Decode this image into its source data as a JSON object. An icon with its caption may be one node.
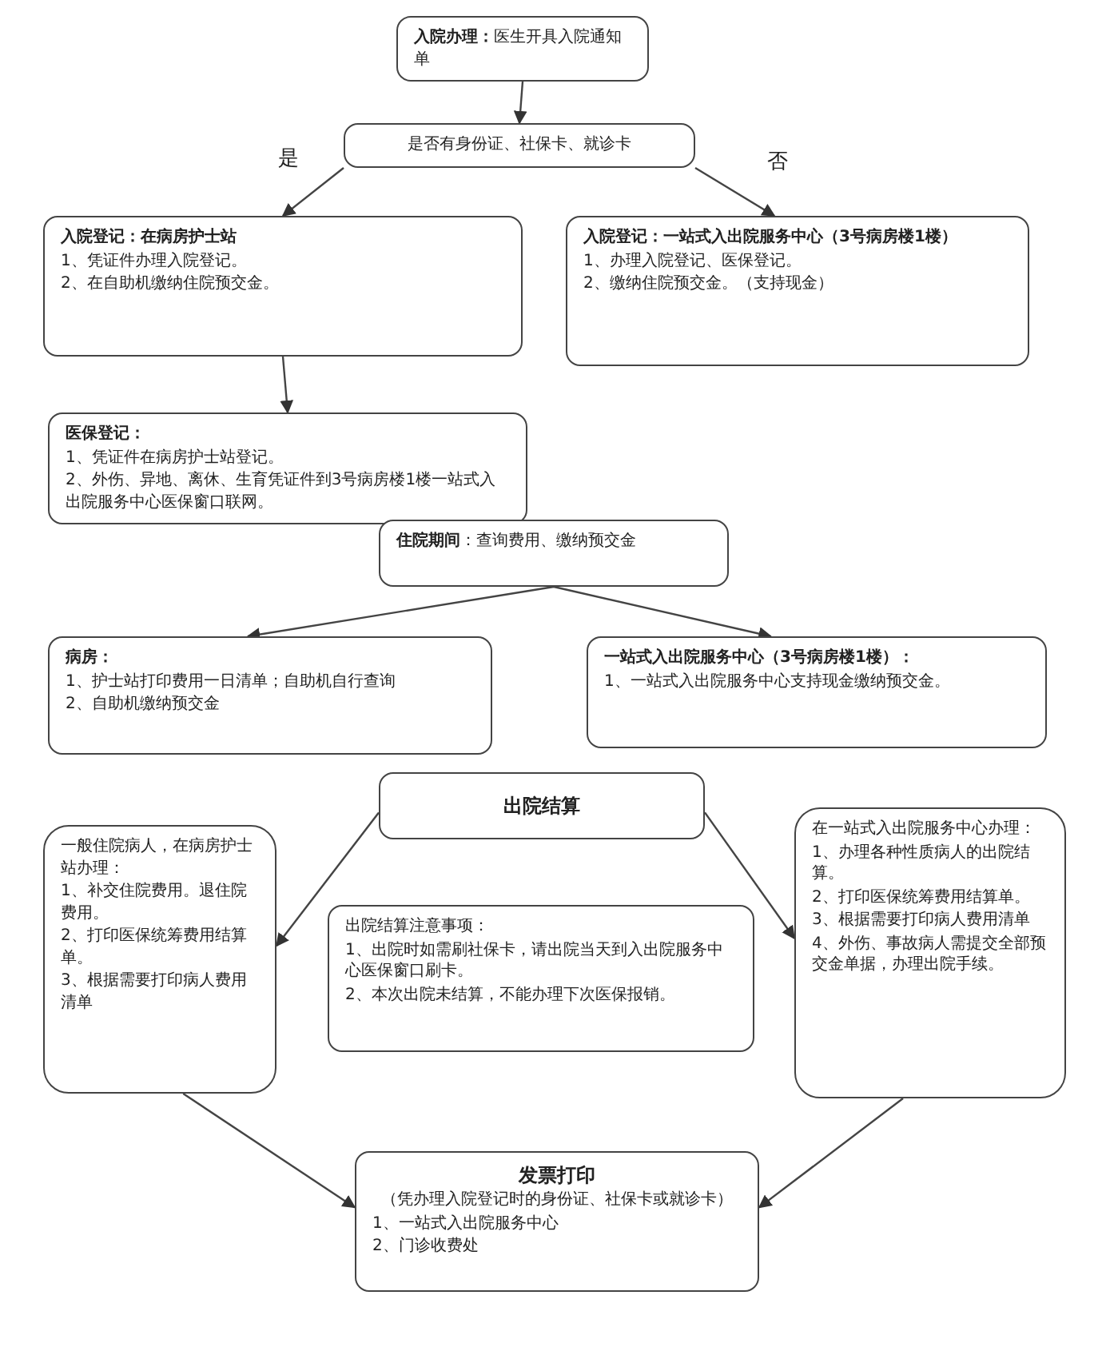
{
  "diagram": {
    "nodes": [
      {
        "text": [
          "**入院办理：**医生开具入院通知单"
        ]
      },
      {
        "text": [
          "是否有身份证、社保卡、就诊卡"
        ]
      },
      {
        "text": [
          "入院登记：在病房护士站",
          "1、凭证件办理入院登记。",
          "2、在自助机缴纳住院预交金。"
        ]
      },
      {
        "text": [
          "入院登记：一站式入出院服务中心（3号病房楼1楼）",
          "1、办理入院登记、医保登记。",
          "2、缴纳住院预交金。（支持现金）"
        ]
      },
      {
        "text": [
          "医保登记：",
          "1、凭证件在病房护士站登记。",
          "2、外伤、异地、离休、生育凭证件到3号病房楼1楼一站式入出院服务中心医保窗口联网。"
        ]
      },
      {
        "text": [
          "**住院期间**：查询费用、缴纳预交金"
        ]
      },
      {
        "text": [
          "病房：",
          "1、护士站打印费用一日清单；自助机自行查询",
          "2、自助机缴纳预交金"
        ]
      },
      {
        "text": [
          "一站式入出院服务中心（3号病房楼1楼）：",
          "1、一站式入出院服务中心支持现金缴纳预交金。"
        ]
      },
      {
        "text": [
          "出院结算"
        ]
      },
      {
        "text": [
          "一般住院病人，在病房护士站办理：",
          "1、补交住院费用。退住院费用。",
          "2、打印医保统筹费用结算单。",
          "3、根据需要打印病人费用清单"
        ]
      },
      {
        "text": [
          "出院结算注意事项：",
          "1、出院时如需刷社保卡，请出院当天到入出院服务中心医保窗口刷卡。",
          "2、本次出院未结算，不能办理下次医保报销。"
        ]
      },
      {
        "text": [
          "在一站式入出院服务中心办理：",
          "1、办理各种性质病人的出院结算。",
          "2、打印医保统筹费用结算单。",
          "3、根据需要打印病人费用清单",
          "4、外伤、事故病人需提交全部预交金单据，办理出院手续。"
        ]
      },
      {
        "text": [
          "发票打印",
          "（凭办理入院登记时的身份证、社保卡或就诊卡）",
          "1、一站式入出院服务中心",
          "2、门诊收费处"
        ]
      }
    ],
    "edges": [
      {
        "from": 0,
        "to": 1,
        "arrow": "to"
      },
      {
        "from": 1,
        "to": 2,
        "arrow": "to",
        "label": "是"
      },
      {
        "from": 1,
        "to": 3,
        "arrow": "to",
        "label": "否"
      },
      {
        "from": 2,
        "to": 4,
        "arrow": "to"
      },
      {
        "from": 5,
        "to": 6,
        "arrow": "to"
      },
      {
        "from": 5,
        "to": 7,
        "arrow": "to"
      },
      {
        "from": 8,
        "to": 9,
        "arrow": "to"
      },
      {
        "from": 8,
        "to": 11,
        "arrow": "to"
      },
      {
        "from": 9,
        "to": 12,
        "arrow": "to"
      },
      {
        "from": 11,
        "to": 12,
        "arrow": "to"
      }
    ]
  }
}
